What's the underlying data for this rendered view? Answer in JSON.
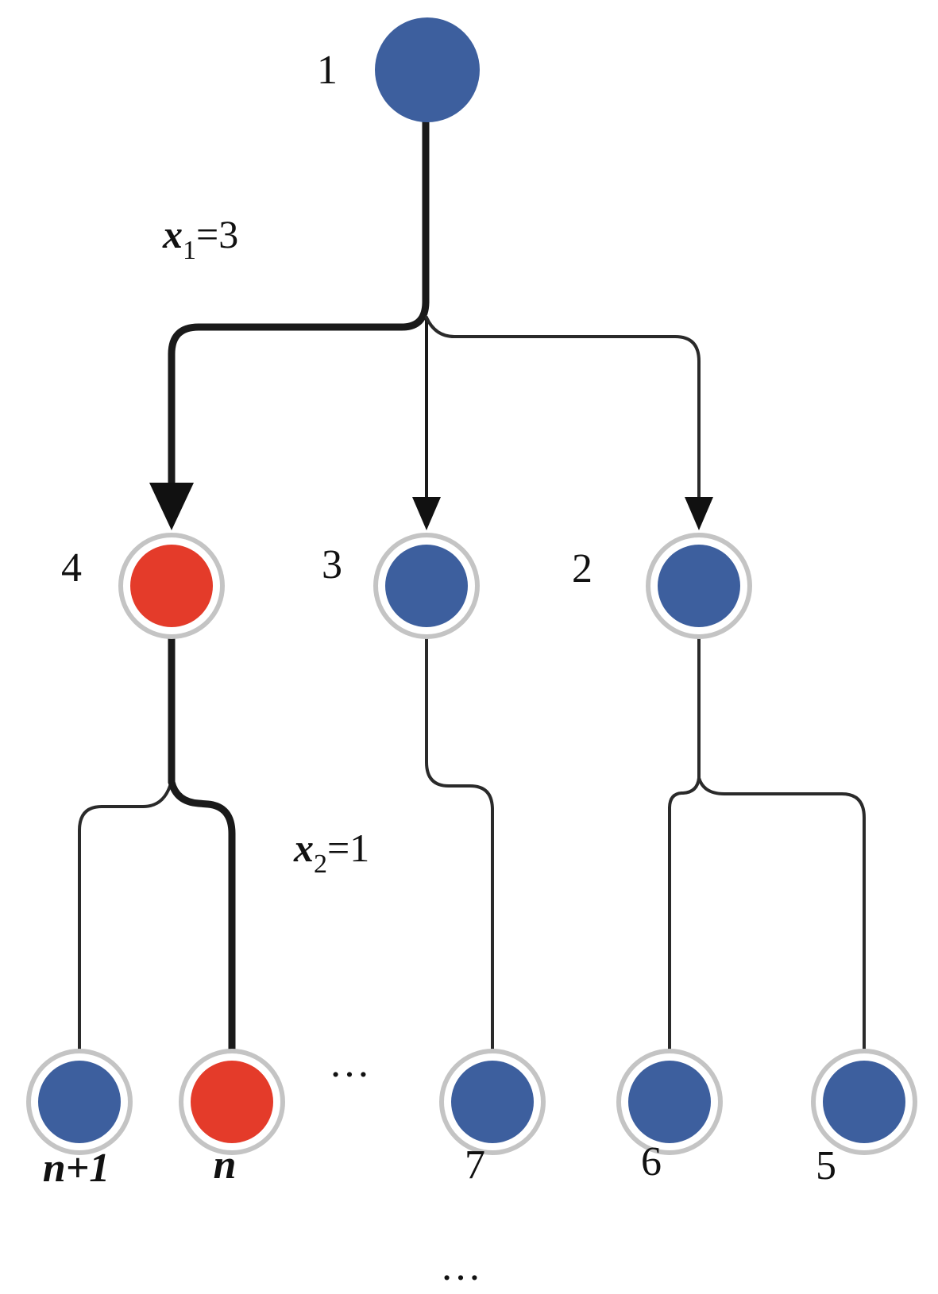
{
  "diagram": {
    "colors": {
      "default_node": "#3d5f9e",
      "selected_node": "#e43b2a",
      "ring": "#c9c9c9",
      "edge": "#1a1a1a"
    },
    "nodes": [
      {
        "id": "1",
        "label": "1",
        "state": "default",
        "level": 0
      },
      {
        "id": "4",
        "label": "4",
        "state": "selected",
        "level": 1
      },
      {
        "id": "3",
        "label": "3",
        "state": "default",
        "level": 1
      },
      {
        "id": "2",
        "label": "2",
        "state": "default",
        "level": 1
      },
      {
        "id": "n+1",
        "label": "n+1",
        "state": "default",
        "level": 2
      },
      {
        "id": "n",
        "label": "n",
        "state": "selected",
        "level": 2
      },
      {
        "id": "7",
        "label": "7",
        "state": "default",
        "level": 2
      },
      {
        "id": "6",
        "label": "6",
        "state": "default",
        "level": 2
      },
      {
        "id": "5",
        "label": "5",
        "state": "default",
        "level": 2
      }
    ],
    "edges": [
      {
        "from": "1",
        "to": "4",
        "highlighted": true
      },
      {
        "from": "1",
        "to": "3",
        "highlighted": false
      },
      {
        "from": "1",
        "to": "2",
        "highlighted": false
      },
      {
        "from": "4",
        "to": "n+1",
        "highlighted": false
      },
      {
        "from": "4",
        "to": "n",
        "highlighted": true
      },
      {
        "from": "3",
        "to": "7",
        "highlighted": false
      },
      {
        "from": "2",
        "to": "6",
        "highlighted": false
      },
      {
        "from": "2",
        "to": "5",
        "highlighted": false
      }
    ],
    "annotations": {
      "x1": {
        "var": "x",
        "sub": "1",
        "rest": "=3"
      },
      "x2": {
        "var": "x",
        "sub": "2",
        "rest": "=1"
      }
    },
    "ellipsis_row": "…",
    "ellipsis_bottom": "…"
  }
}
